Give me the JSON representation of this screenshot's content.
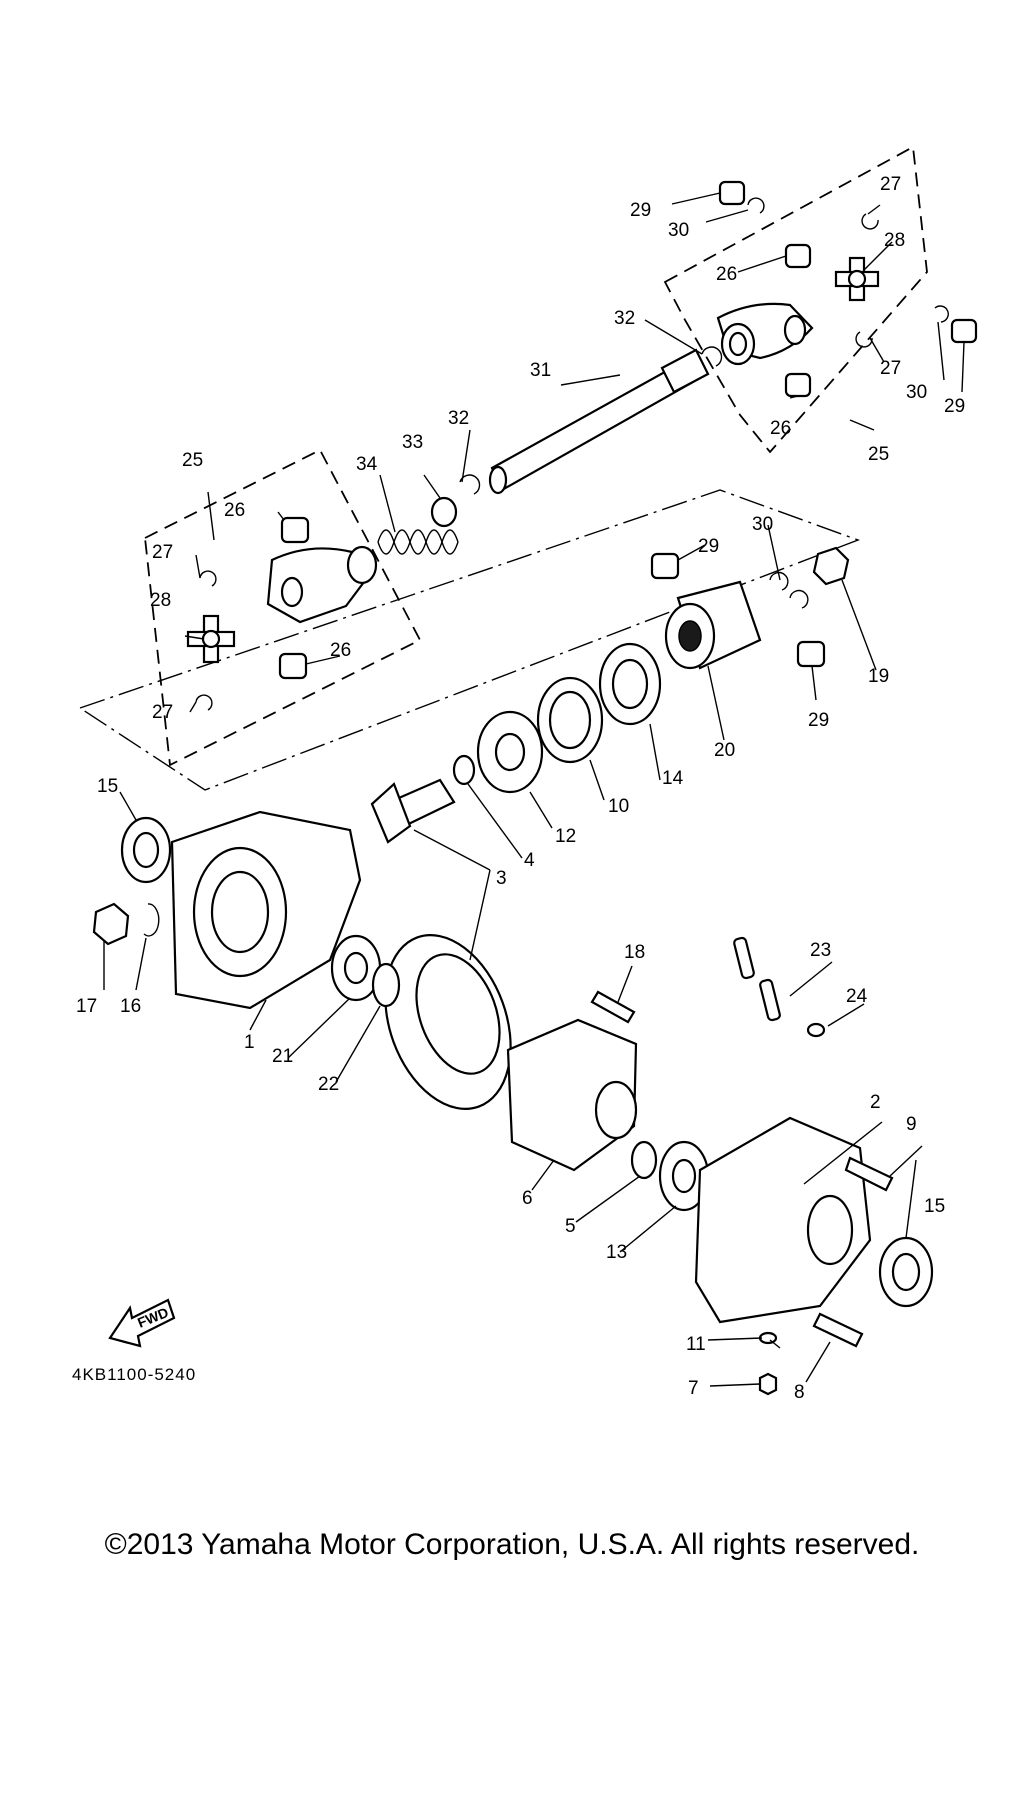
{
  "diagram": {
    "code": "4KB1100-5240",
    "fwd_label": "FWD",
    "callouts": [
      {
        "id": "c1",
        "text": "1"
      },
      {
        "id": "c2",
        "text": "2"
      },
      {
        "id": "c3",
        "text": "3"
      },
      {
        "id": "c4",
        "text": "4"
      },
      {
        "id": "c5",
        "text": "5"
      },
      {
        "id": "c6",
        "text": "6"
      },
      {
        "id": "c7",
        "text": "7"
      },
      {
        "id": "c8",
        "text": "8"
      },
      {
        "id": "c9",
        "text": "9"
      },
      {
        "id": "c10",
        "text": "10"
      },
      {
        "id": "c11",
        "text": "11"
      },
      {
        "id": "c12",
        "text": "12"
      },
      {
        "id": "c13",
        "text": "13"
      },
      {
        "id": "c14",
        "text": "14"
      },
      {
        "id": "c15a",
        "text": "15"
      },
      {
        "id": "c15b",
        "text": "15"
      },
      {
        "id": "c16",
        "text": "16"
      },
      {
        "id": "c17",
        "text": "17"
      },
      {
        "id": "c18",
        "text": "18"
      },
      {
        "id": "c19",
        "text": "19"
      },
      {
        "id": "c20",
        "text": "20"
      },
      {
        "id": "c21",
        "text": "21"
      },
      {
        "id": "c22",
        "text": "22"
      },
      {
        "id": "c23",
        "text": "23"
      },
      {
        "id": "c24",
        "text": "24"
      },
      {
        "id": "c25a",
        "text": "25"
      },
      {
        "id": "c25b",
        "text": "25"
      },
      {
        "id": "c26a",
        "text": "26"
      },
      {
        "id": "c26b",
        "text": "26"
      },
      {
        "id": "c26c",
        "text": "26"
      },
      {
        "id": "c26d",
        "text": "26"
      },
      {
        "id": "c27a",
        "text": "27"
      },
      {
        "id": "c27b",
        "text": "27"
      },
      {
        "id": "c27c",
        "text": "27"
      },
      {
        "id": "c27d",
        "text": "27"
      },
      {
        "id": "c28a",
        "text": "28"
      },
      {
        "id": "c28b",
        "text": "28"
      },
      {
        "id": "c29a",
        "text": "29"
      },
      {
        "id": "c29b",
        "text": "29"
      },
      {
        "id": "c29c",
        "text": "29"
      },
      {
        "id": "c29d",
        "text": "29"
      },
      {
        "id": "c30a",
        "text": "30"
      },
      {
        "id": "c30b",
        "text": "30"
      },
      {
        "id": "c30c",
        "text": "30"
      },
      {
        "id": "c31",
        "text": "31"
      },
      {
        "id": "c32a",
        "text": "32"
      },
      {
        "id": "c32b",
        "text": "32"
      },
      {
        "id": "c33",
        "text": "33"
      },
      {
        "id": "c34",
        "text": "34"
      }
    ]
  },
  "footer": {
    "copyright": "©2013 Yamaha Motor Corporation, U.S.A. All rights reserved."
  }
}
